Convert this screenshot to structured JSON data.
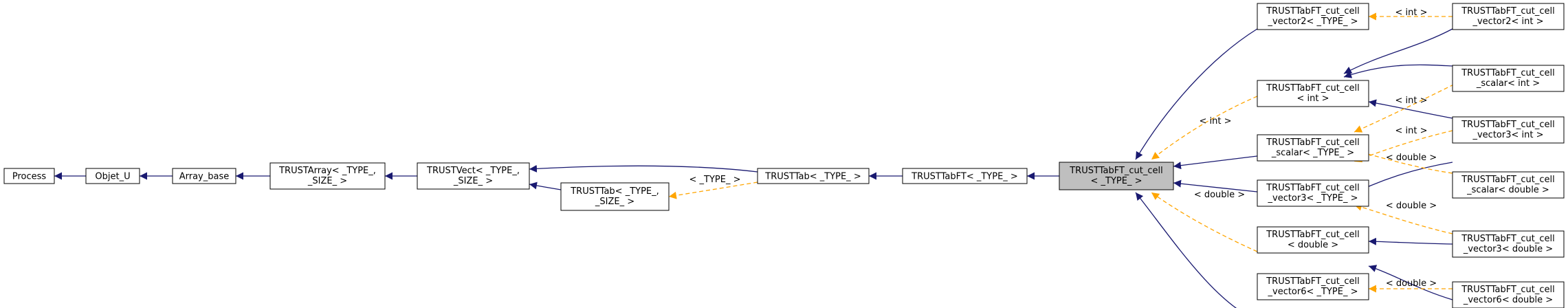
{
  "colors": {
    "inheritance_edge": "#191970",
    "template_edge": "#ffa500",
    "focus_node_fill": "#bfbfbf",
    "node_border": "#000000"
  },
  "nodes": {
    "process": [
      "Process"
    ],
    "objet_u": [
      "Objet_U"
    ],
    "array_base": [
      "Array_base"
    ],
    "trustarray": [
      "TRUSTArray< _TYPE_,",
      "_SIZE_ >"
    ],
    "trustvect": [
      "TRUSTVect< _TYPE_,",
      "_SIZE_ >"
    ],
    "trusttab_size": [
      "TRUSTTab< _TYPE_,",
      "_SIZE_ >"
    ],
    "trusttab": [
      "TRUSTTab< _TYPE_ >"
    ],
    "trusttabft": [
      "TRUSTTabFT< _TYPE_ >"
    ],
    "cut_cell": [
      "TRUSTTabFT_cut_cell",
      "< _TYPE_ >"
    ],
    "vec2_type": [
      "TRUSTTabFT_cut_cell",
      "_vector2< _TYPE_ >"
    ],
    "cc_int": [
      "TRUSTTabFT_cut_cell",
      "< int >"
    ],
    "scalar_type": [
      "TRUSTTabFT_cut_cell",
      "_scalar< _TYPE_ >"
    ],
    "vec3_type": [
      "TRUSTTabFT_cut_cell",
      "_vector3< _TYPE_ >"
    ],
    "cc_double": [
      "TRUSTTabFT_cut_cell",
      "< double >"
    ],
    "vec6_type": [
      "TRUSTTabFT_cut_cell",
      "_vector6< _TYPE_ >"
    ],
    "vec2_int": [
      "TRUSTTabFT_cut_cell",
      "_vector2< int >"
    ],
    "scalar_int": [
      "TRUSTTabFT_cut_cell",
      "_scalar< int >"
    ],
    "vec3_int": [
      "TRUSTTabFT_cut_cell",
      "_vector3< int >"
    ],
    "scalar_double": [
      "TRUSTTabFT_cut_cell",
      "_scalar< double >"
    ],
    "vec3_double": [
      "TRUSTTabFT_cut_cell",
      "_vector3< double >"
    ],
    "vec6_double": [
      "TRUSTTabFT_cut_cell",
      "_vector6< double >"
    ]
  },
  "edge_labels": {
    "trusttab_to_trusttab_size": "< _TYPE_ >",
    "cc_int_to_cut_cell": "< int >",
    "cc_double_to_cut_cell": "< double >",
    "vec2_int_to_vec2_type": "< int >",
    "scalar_int_to_scalar_type": "< int >",
    "vec3_int_to_vec3_type": "< int >",
    "scalar_double_to_scalar_type": "< double >",
    "vec3_double_to_vec3_type": "< double >",
    "vec6_double_to_vec6_type": "< double >"
  }
}
